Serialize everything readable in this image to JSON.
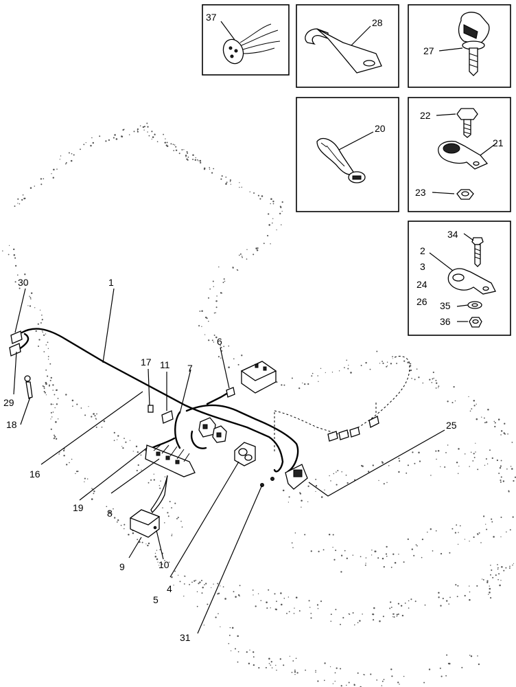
{
  "callouts": {
    "c1": "1",
    "c2": "2",
    "c3": "3",
    "c4": "4",
    "c5": "5",
    "c6": "6",
    "c7": "7",
    "c8": "8",
    "c9": "9",
    "c10": "10",
    "c11": "11",
    "c16": "16",
    "c17": "17",
    "c18": "18",
    "c19": "19",
    "c20": "20",
    "c21": "21",
    "c22": "22",
    "c23": "23",
    "c24": "24",
    "c25": "25",
    "c26": "26",
    "c27": "27",
    "c28": "28",
    "c29": "29",
    "c30": "30",
    "c31": "31",
    "c34": "34",
    "c35": "35",
    "c36": "36",
    "c37": "37"
  }
}
